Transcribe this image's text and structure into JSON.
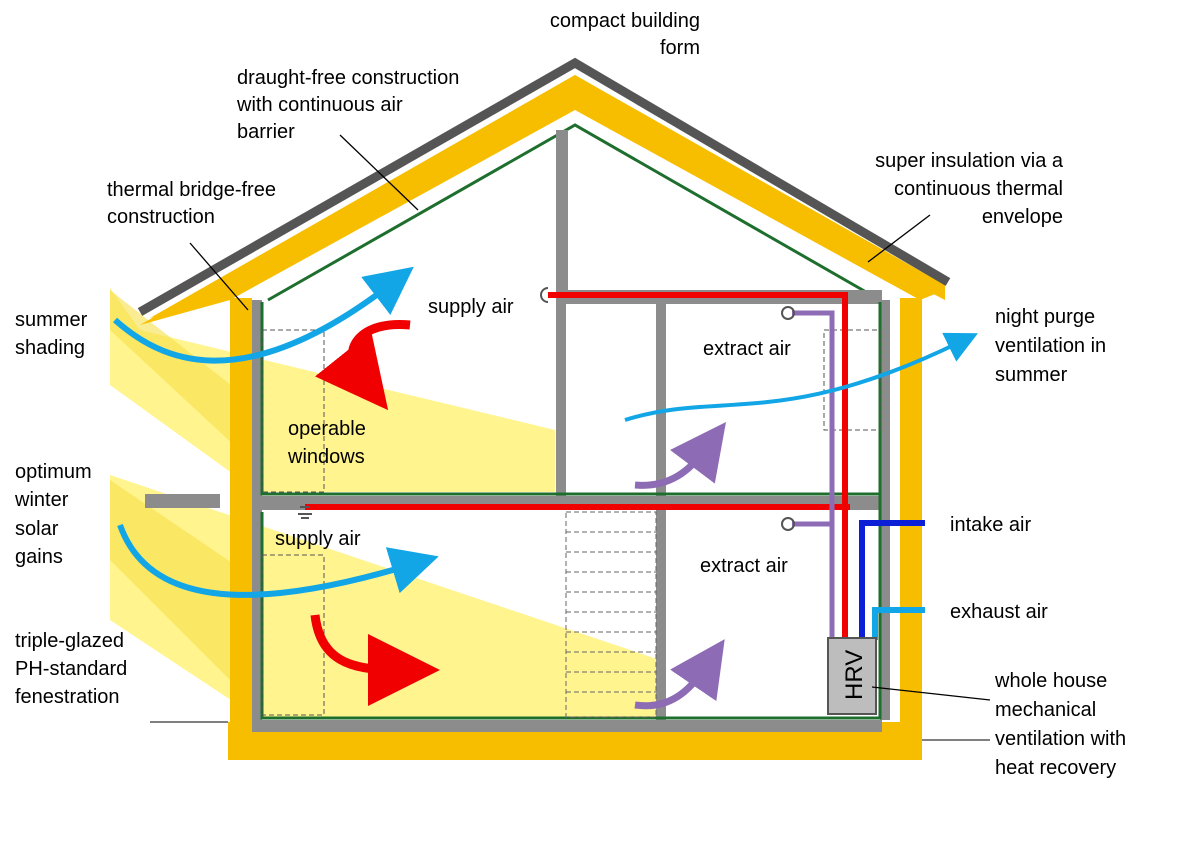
{
  "colors": {
    "insulation": "#F7BE00",
    "roof_outline": "#555555",
    "structure_gray": "#8C8C8C",
    "air_barrier": "#1E6E2E",
    "sunlight": "#FFF27A",
    "supply_red": "#F00000",
    "extract_purple": "#8E6BB5",
    "intake_blue": "#0A1FD6",
    "exhaust_cyan": "#12A6E6",
    "hrv_box": "#BDBDBD"
  },
  "labels": {
    "compact_form": [
      "compact building",
      "form"
    ],
    "draught_free": [
      "draught-free construction",
      "with continuous air",
      "barrier"
    ],
    "thermal_bridge": [
      "thermal bridge-free",
      "construction"
    ],
    "super_insulation": [
      "super insulation via a",
      "continuous thermal",
      "envelope"
    ],
    "summer_shading": [
      "summer",
      "shading"
    ],
    "supply_air_upper": "supply air",
    "extract_air_upper": "extract air",
    "night_purge": [
      "night purge",
      "ventilation in",
      "summer"
    ],
    "operable_windows": [
      "operable",
      "windows"
    ],
    "winter_gains": [
      "optimum",
      "winter",
      "solar",
      "gains"
    ],
    "supply_air_lower": "supply air",
    "extract_air_lower": "extract air",
    "intake_air": "intake air",
    "exhaust_air": "exhaust air",
    "triple_glazed": [
      "triple-glazed",
      "PH-standard",
      "fenestration"
    ],
    "whole_house": [
      "whole house",
      "mechanical",
      "ventilation with",
      "heat recovery"
    ],
    "hrv": "HRV"
  }
}
